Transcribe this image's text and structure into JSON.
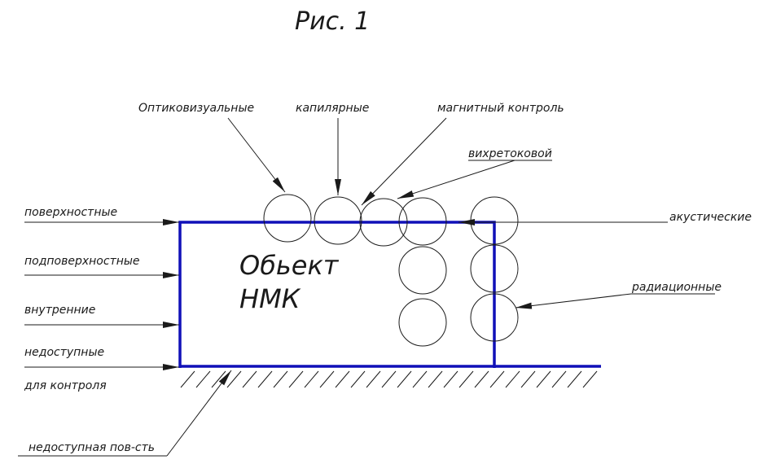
{
  "title": "Рис. 1",
  "object_label": [
    "Обьект",
    "НМК"
  ],
  "labels": {
    "opticovisual": "Оптиковизуальные",
    "capillary": "капилярные",
    "magnetic": "магнитный контроль",
    "eddy": "вихретоковой",
    "acoustic": "акустические",
    "radiation": "радиационные",
    "surface": "поверхностные",
    "subsurface": "подповерхностные",
    "internal": "внутренние",
    "inaccessible_1": "недоступные",
    "inaccessible_2": "для контроля",
    "inaccessible_surface": "недоступная пов-сть"
  },
  "colors": {
    "object_outline": "#1010b8",
    "lines": "#1a1a1a",
    "background": "#ffffff"
  }
}
